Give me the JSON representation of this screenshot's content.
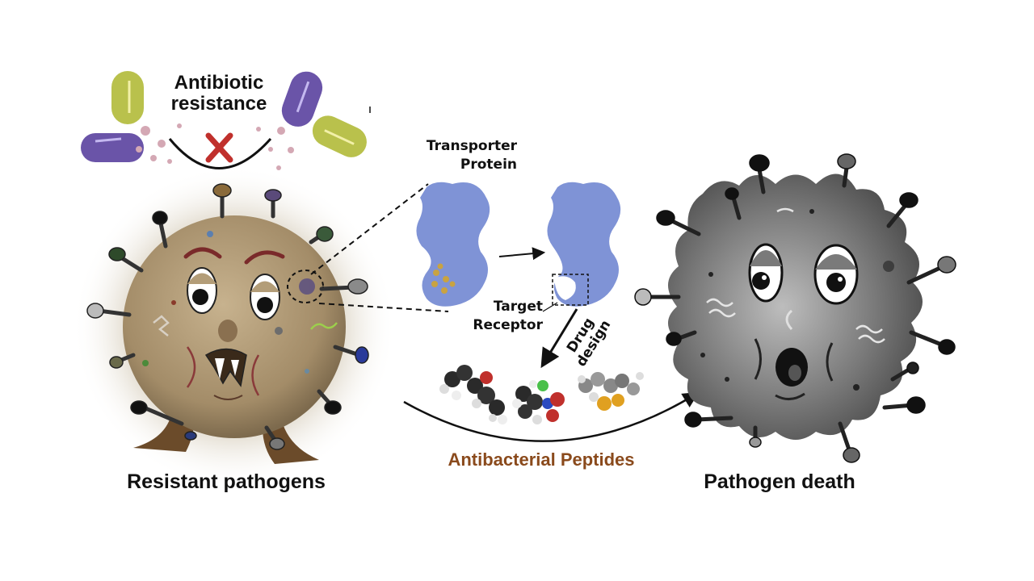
{
  "labels": {
    "antibiotic_resistance_line1": "Antibiotic",
    "antibiotic_resistance_line2": "resistance",
    "transporter_line1": "Transporter",
    "transporter_line2": "Protein",
    "target_line1": "Target",
    "target_line2": "Receptor",
    "drug_design_line1": "Drug",
    "drug_design_line2": "design",
    "antibacterial_peptides": "Antibacterial Peptides",
    "resistant_pathogens": "Resistant pathogens",
    "pathogen_death": "Pathogen death"
  },
  "colors": {
    "pathogen_body": "#a8926f",
    "dead_pathogen_body": "#6e6e6e",
    "protein": "#7f93d6",
    "capsule_purple": "#6a54a8",
    "capsule_green": "#b9c14c",
    "peptides_label": "#8a4a1c",
    "x_mark": "#c0302c"
  },
  "icons": [
    "capsule-icon",
    "x-mark-icon",
    "receptor-spike-icon",
    "molecule-icon"
  ]
}
